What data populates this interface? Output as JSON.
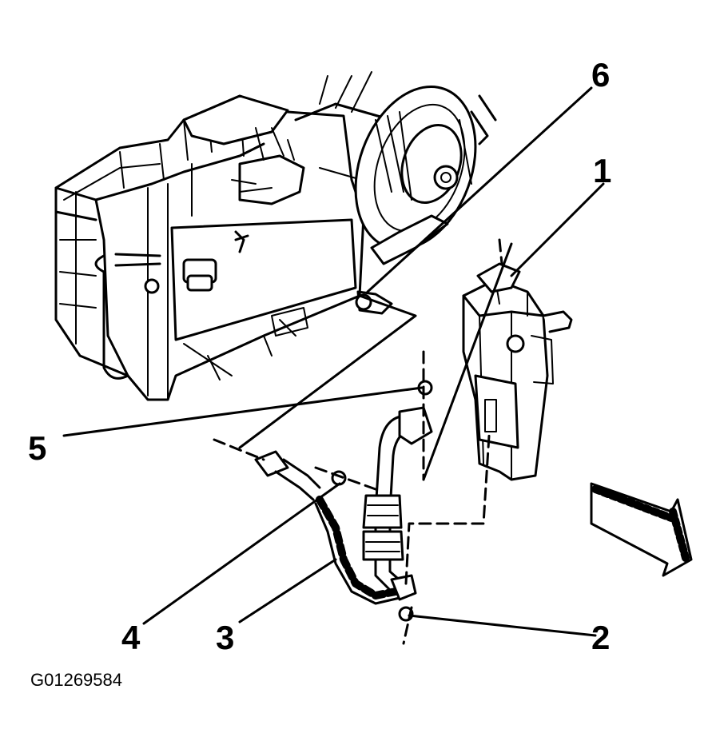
{
  "figure_id": "G01269584",
  "callouts": [
    {
      "id": "callout-1",
      "label": "1"
    },
    {
      "id": "callout-2",
      "label": "2"
    },
    {
      "id": "callout-3",
      "label": "3"
    },
    {
      "id": "callout-4",
      "label": "4"
    },
    {
      "id": "callout-5",
      "label": "5"
    },
    {
      "id": "callout-6",
      "label": "6"
    }
  ]
}
